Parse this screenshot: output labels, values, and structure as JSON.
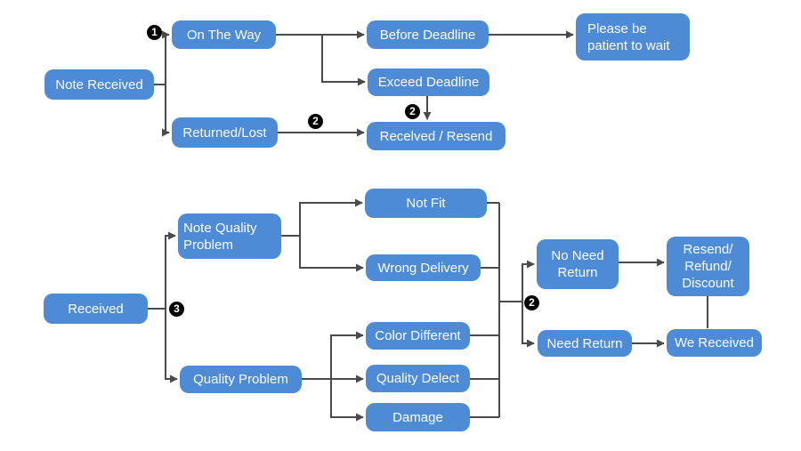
{
  "flowchart": {
    "colors": {
      "node_fill": "#4d8bd6",
      "node_text": "#ffffff",
      "connector": "#4a4a4a",
      "badge_fill": "#000000",
      "badge_text": "#ffffff",
      "background": "#ffffff"
    },
    "badges": {
      "one": "1",
      "two": "2",
      "three": "3"
    },
    "top": {
      "note_received": "Note Received",
      "on_the_way": "On The Way",
      "before_deadline": "Before Deadline",
      "please_wait": "Please be\npatient to wait",
      "exceed_deadline": "Exceed Deadline",
      "returned_lost": "Returned/Lost",
      "received_resend": "Recelved / Resend"
    },
    "bottom": {
      "received": "Received",
      "note_quality_problem": "Note Quality\nProblem",
      "not_fit": "Not Fit",
      "wrong_delivery": "Wrong Delivery",
      "quality_problem": "Quality Problem",
      "color_different": "Color Different",
      "quality_delect": "Quality Delect",
      "damage": "Damage",
      "no_need_return": "No Need\nReturn",
      "resend_refund_discount": "Resend/\nRefund/\nDiscount",
      "need_return": "Need Return",
      "we_received": "We Received"
    }
  }
}
